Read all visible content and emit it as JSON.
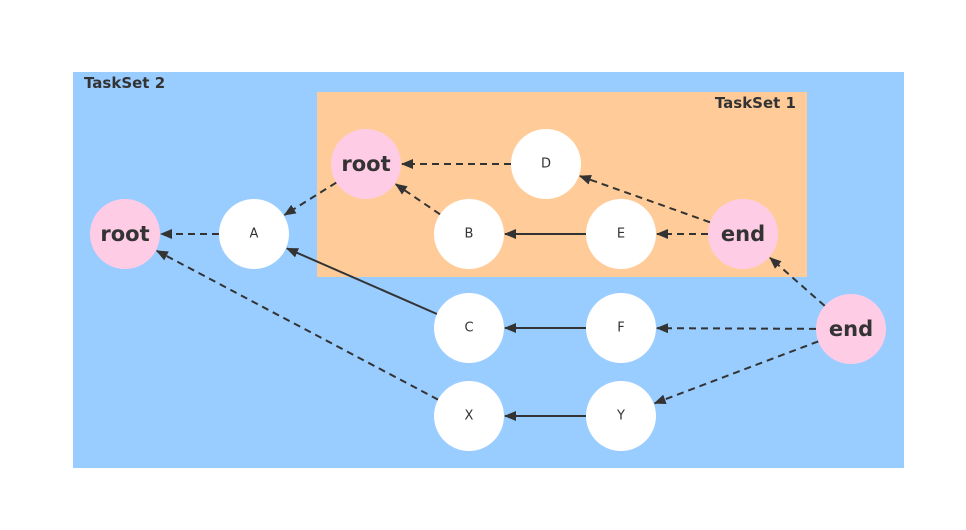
{
  "diagram": {
    "colors": {
      "taskset_outer": "#99CCFF",
      "taskset_inner": "#FFCC99",
      "node_plain": "#FFFFFF",
      "node_special": "#FFCCE6",
      "edge": "#333333"
    },
    "tasksets": [
      {
        "id": "ts2",
        "label": "TaskSet 2"
      },
      {
        "id": "ts1",
        "label": "TaskSet 1"
      }
    ],
    "nodes": [
      {
        "id": "root2",
        "label": "root",
        "kind": "special"
      },
      {
        "id": "A",
        "label": "A",
        "kind": "plain"
      },
      {
        "id": "root1",
        "label": "root",
        "kind": "special"
      },
      {
        "id": "D",
        "label": "D",
        "kind": "plain"
      },
      {
        "id": "B",
        "label": "B",
        "kind": "plain"
      },
      {
        "id": "E",
        "label": "E",
        "kind": "plain"
      },
      {
        "id": "end1",
        "label": "end",
        "kind": "special"
      },
      {
        "id": "C",
        "label": "C",
        "kind": "plain"
      },
      {
        "id": "F",
        "label": "F",
        "kind": "plain"
      },
      {
        "id": "end2",
        "label": "end",
        "kind": "special"
      },
      {
        "id": "X",
        "label": "X",
        "kind": "plain"
      },
      {
        "id": "Y",
        "label": "Y",
        "kind": "plain"
      }
    ],
    "edges": [
      {
        "from": "A",
        "to": "root2",
        "style": "dashed"
      },
      {
        "from": "root1",
        "to": "A",
        "style": "dashed"
      },
      {
        "from": "D",
        "to": "root1",
        "style": "dashed"
      },
      {
        "from": "B",
        "to": "root1",
        "style": "dashed"
      },
      {
        "from": "E",
        "to": "B",
        "style": "solid"
      },
      {
        "from": "end1",
        "to": "E",
        "style": "dashed"
      },
      {
        "from": "end1",
        "to": "D",
        "style": "dashed"
      },
      {
        "from": "C",
        "to": "A",
        "style": "solid"
      },
      {
        "from": "F",
        "to": "C",
        "style": "solid"
      },
      {
        "from": "end2",
        "to": "F",
        "style": "dashed"
      },
      {
        "from": "end2",
        "to": "end1",
        "style": "dashed"
      },
      {
        "from": "X",
        "to": "root2",
        "style": "dashed"
      },
      {
        "from": "Y",
        "to": "X",
        "style": "solid"
      },
      {
        "from": "end2",
        "to": "Y",
        "style": "dashed"
      }
    ]
  }
}
